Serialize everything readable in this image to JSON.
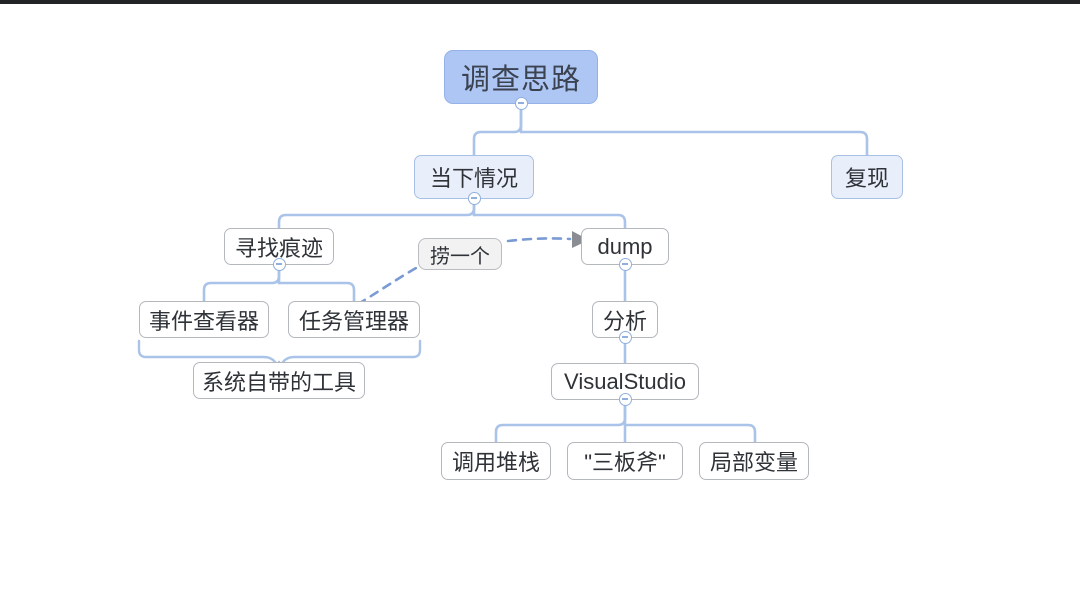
{
  "diagram": {
    "type": "mindmap",
    "title": "调查思路",
    "link_color": "#aac3e8",
    "dashed_link_color": "#7a9ad4",
    "root_fill": "#adc6f4",
    "node_fill": "#e9eefb",
    "plain_fill": "#ffffff",
    "nodes": {
      "root": "调查思路",
      "current_situation": "当下情况",
      "reproduce": "复现",
      "find_traces": "寻找痕迹",
      "dump": "dump",
      "event_viewer": "事件查看器",
      "task_manager": "任务管理器",
      "builtin_tools": "系统自带的工具",
      "analyze": "分析",
      "visual_studio": "VisualStudio",
      "call_stack": "调用堆栈",
      "three_axes": "\"三板斧\"",
      "local_variables": "局部变量"
    },
    "edge_labels": {
      "scoop_one": "捞一个"
    }
  }
}
